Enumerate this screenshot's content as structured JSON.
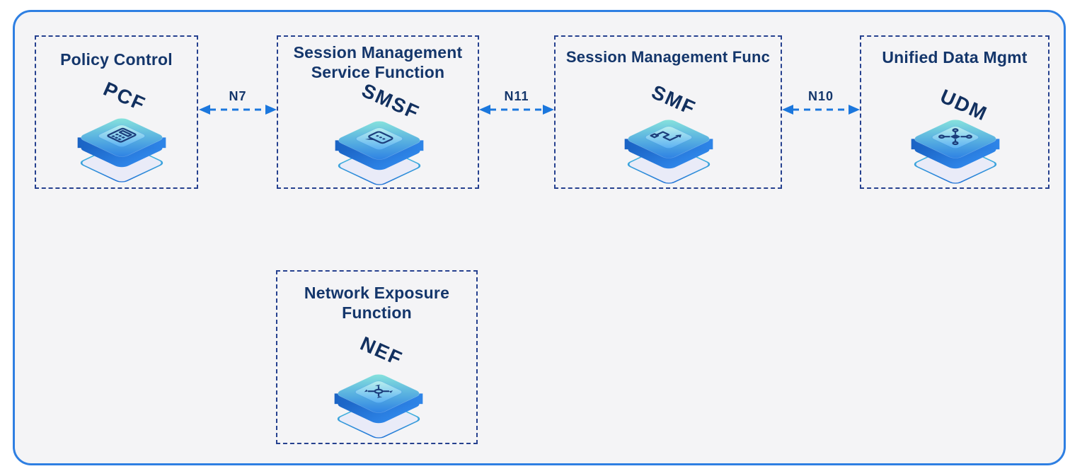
{
  "diagram": {
    "type": "5g-core-network-functions",
    "nodes": [
      {
        "id": "pcf",
        "title_lines": [
          "Policy Control"
        ],
        "acronym": "PCF",
        "icon": "calculator-icon"
      },
      {
        "id": "smsf",
        "title_lines": [
          "Session Management",
          "Service Function"
        ],
        "acronym": "SMSF",
        "icon": "message-icon"
      },
      {
        "id": "smf",
        "title_lines": [
          "Session Management Func"
        ],
        "acronym": "SMF",
        "icon": "circuit-icon"
      },
      {
        "id": "udm",
        "title_lines": [
          "Unified Data Mgmt"
        ],
        "acronym": "UDM",
        "icon": "drone-icon"
      },
      {
        "id": "nef",
        "title_lines": [
          "Network Exposure",
          "Function"
        ],
        "acronym": "NEF",
        "icon": "drone-arrows-icon"
      }
    ],
    "links": [
      {
        "label": "N7",
        "from": "pcf",
        "to": "smsf",
        "style": "dashed-double-arrow"
      },
      {
        "label": "N11",
        "from": "smsf",
        "to": "smf",
        "style": "dashed-double-arrow"
      },
      {
        "label": "N10",
        "from": "smf",
        "to": "udm",
        "style": "dashed-double-arrow"
      }
    ]
  },
  "colors": {
    "panel_background": "#f4f4f6",
    "outer_border": "#2e7fe2",
    "dashed_box_border": "#26418f",
    "title_text": "#14366b",
    "acronym_text": "#12305f",
    "arrow_blue": "#1b77dd",
    "cube_top_teal": "#8ae6dc",
    "cube_top_blue": "#2b7fe4",
    "cube_side_blue": "#1a63c4",
    "glyph_navy": "#1c3e7c"
  }
}
